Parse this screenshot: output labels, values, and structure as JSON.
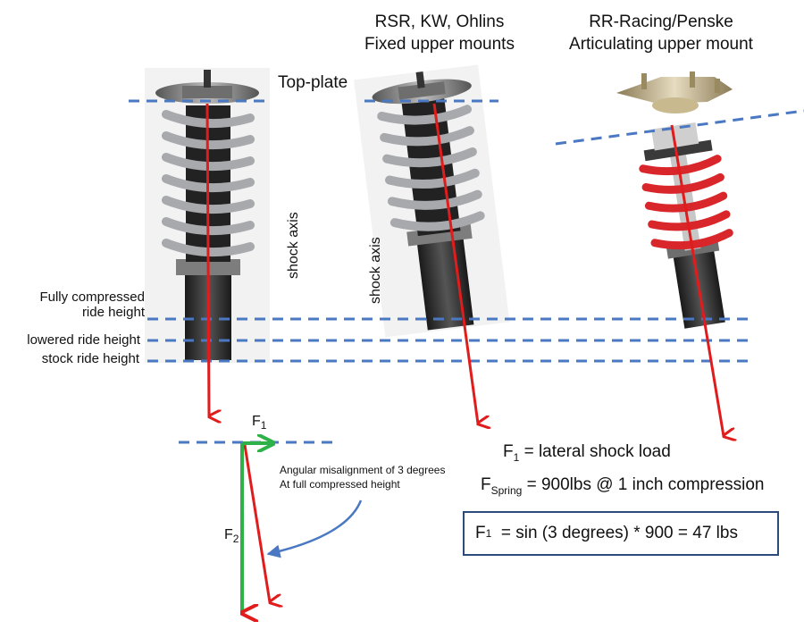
{
  "headers": {
    "fixed_line1": "RSR, KW, Ohlins",
    "fixed_line2": "Fixed upper mounts",
    "artic_line1": "RR-Racing/Penske",
    "artic_line2": "Articulating upper mount"
  },
  "labels": {
    "top_plate": "Top-plate",
    "shock_axis_left": "shock axis",
    "shock_axis_middle": "shock axis",
    "fully_compressed_1": "Fully compressed",
    "fully_compressed_2": "ride height",
    "lowered": "lowered ride height",
    "stock": "stock ride height"
  },
  "force_diagram": {
    "f1_letter": "F",
    "f1_sub": "1",
    "f2_letter": "F",
    "f2_sub": "2",
    "note_line1": "Angular misalignment of 3 degrees",
    "note_line2": "At full compressed height"
  },
  "equations": {
    "f1_letter": "F",
    "f1_sub": "1",
    "f1_text": " = lateral shock load",
    "spring_letter": "F",
    "spring_sub": "Spring",
    "spring_text": " = 900lbs @ 1 inch compression",
    "box_letter": "F",
    "box_sub": "1",
    "box_text": "  = sin (3 degrees) * 900 = 47 lbs"
  },
  "colors": {
    "axis_red": "#e01c1c",
    "dash_blue": "#4a78c2",
    "force_green": "#2fb14a",
    "spring_gray": "#a7a9ac",
    "spring_red": "#d9262a",
    "box_border": "#2c4a7a"
  },
  "icons": {
    "shock_1": "coilover-gray-icon",
    "shock_2": "coilover-gray-tilted-icon",
    "shock_3": "coilover-red-articulating-icon"
  }
}
